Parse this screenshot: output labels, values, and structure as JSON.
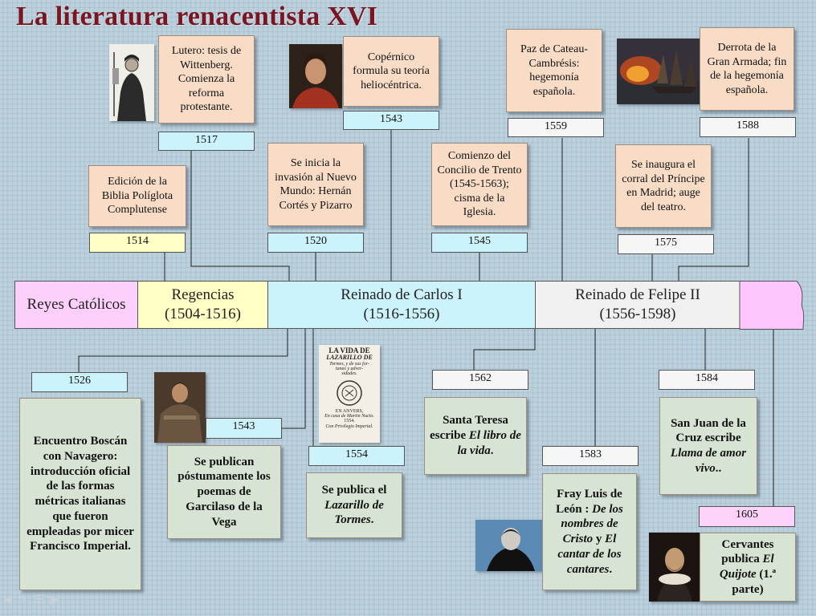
{
  "title": "La literatura renacentista XVI",
  "periods": {
    "reyes_catolicos": "Reyes Católicos",
    "regencias": {
      "name": "Regencias",
      "years": "(1504-1516)"
    },
    "carlos": {
      "name": "Reinado de Carlos I",
      "years": "(1516-1556)"
    },
    "felipe": {
      "name": "Reinado de Felipe II",
      "years": "(1556-1598)"
    }
  },
  "events_above": [
    {
      "year": "1517",
      "text": "Lutero: tesis de Wittenberg. Comienza la reforma protestante."
    },
    {
      "year": "1543",
      "text": "Copérnico formula su teoría heliocéntrica."
    },
    {
      "year": "1559",
      "text": "Paz de Cateau-Cambrésis: hegemonía española."
    },
    {
      "year": "1588",
      "text": "Derrota de la Gran Armada; fin de la hegemonía española."
    },
    {
      "year": "1514",
      "text": "Edición de la Biblia Políglota Complutense"
    },
    {
      "year": "1520",
      "text": "Se inicia la invasión al Nuevo Mundo: Hernán Cortés y Pizarro"
    },
    {
      "year": "1545",
      "text": "Comienzo del Concilio de Trento (1545-1563); cisma de la Iglesia."
    },
    {
      "year": "1575",
      "text": "Se inaugura el corral del Príncipe en Madrid; auge del teatro."
    }
  ],
  "events_below": [
    {
      "year": "1526",
      "text": "Encuentro Boscán con Navagero: introducción oficial de las formas métricas italianas que fueron empleadas por micer Francisco Imperial."
    },
    {
      "year": "1543",
      "text": "Se publican póstumamente los poemas de Garcilaso de la Vega"
    },
    {
      "year": "1554",
      "pre": "Se publica el",
      "work": "Lazarillo de Tormes",
      "post": "."
    },
    {
      "year": "1562",
      "pre": "Santa Teresa escribe",
      "work": "El libro de la vida",
      "post": "."
    },
    {
      "year": "1583",
      "pre": "Fray Luis de León :",
      "work": "De los nombres de Cristo",
      "mid": "y",
      "work2": "El cantar de los cantares",
      "post": "."
    },
    {
      "year": "1584",
      "pre": "San Juan de la Cruz escribe",
      "work": "Llama de amor vivo",
      "post": ".."
    },
    {
      "year": "1605",
      "pre": "Cervantes publica",
      "work": "El Quijote",
      "post": "(1.ª parte)"
    }
  ],
  "lazarillo_cover": [
    "LA VIDA DE",
    "LAZARILLO DE",
    "Tormes, y de sus for-",
    "tunas y adver-",
    "sidades.",
    "EN ANVERS,",
    "En casa de Martin Nucio.",
    "1554.",
    "Con Privilegio Imperial."
  ],
  "colors": {
    "title": "#7a1522",
    "peach": "#f8dcc6",
    "sage": "#d7e4d3",
    "blue": "#ccf2fb",
    "yellow": "#ffffc6",
    "pink": "#fdd3fb"
  },
  "icons": [
    "portrait-lutero-icon",
    "portrait-copernico-icon",
    "armada-painting-icon",
    "portrait-garcilaso-icon",
    "lazarillo-cover-icon",
    "portrait-fray-luis-icon",
    "portrait-cervantes-icon"
  ]
}
